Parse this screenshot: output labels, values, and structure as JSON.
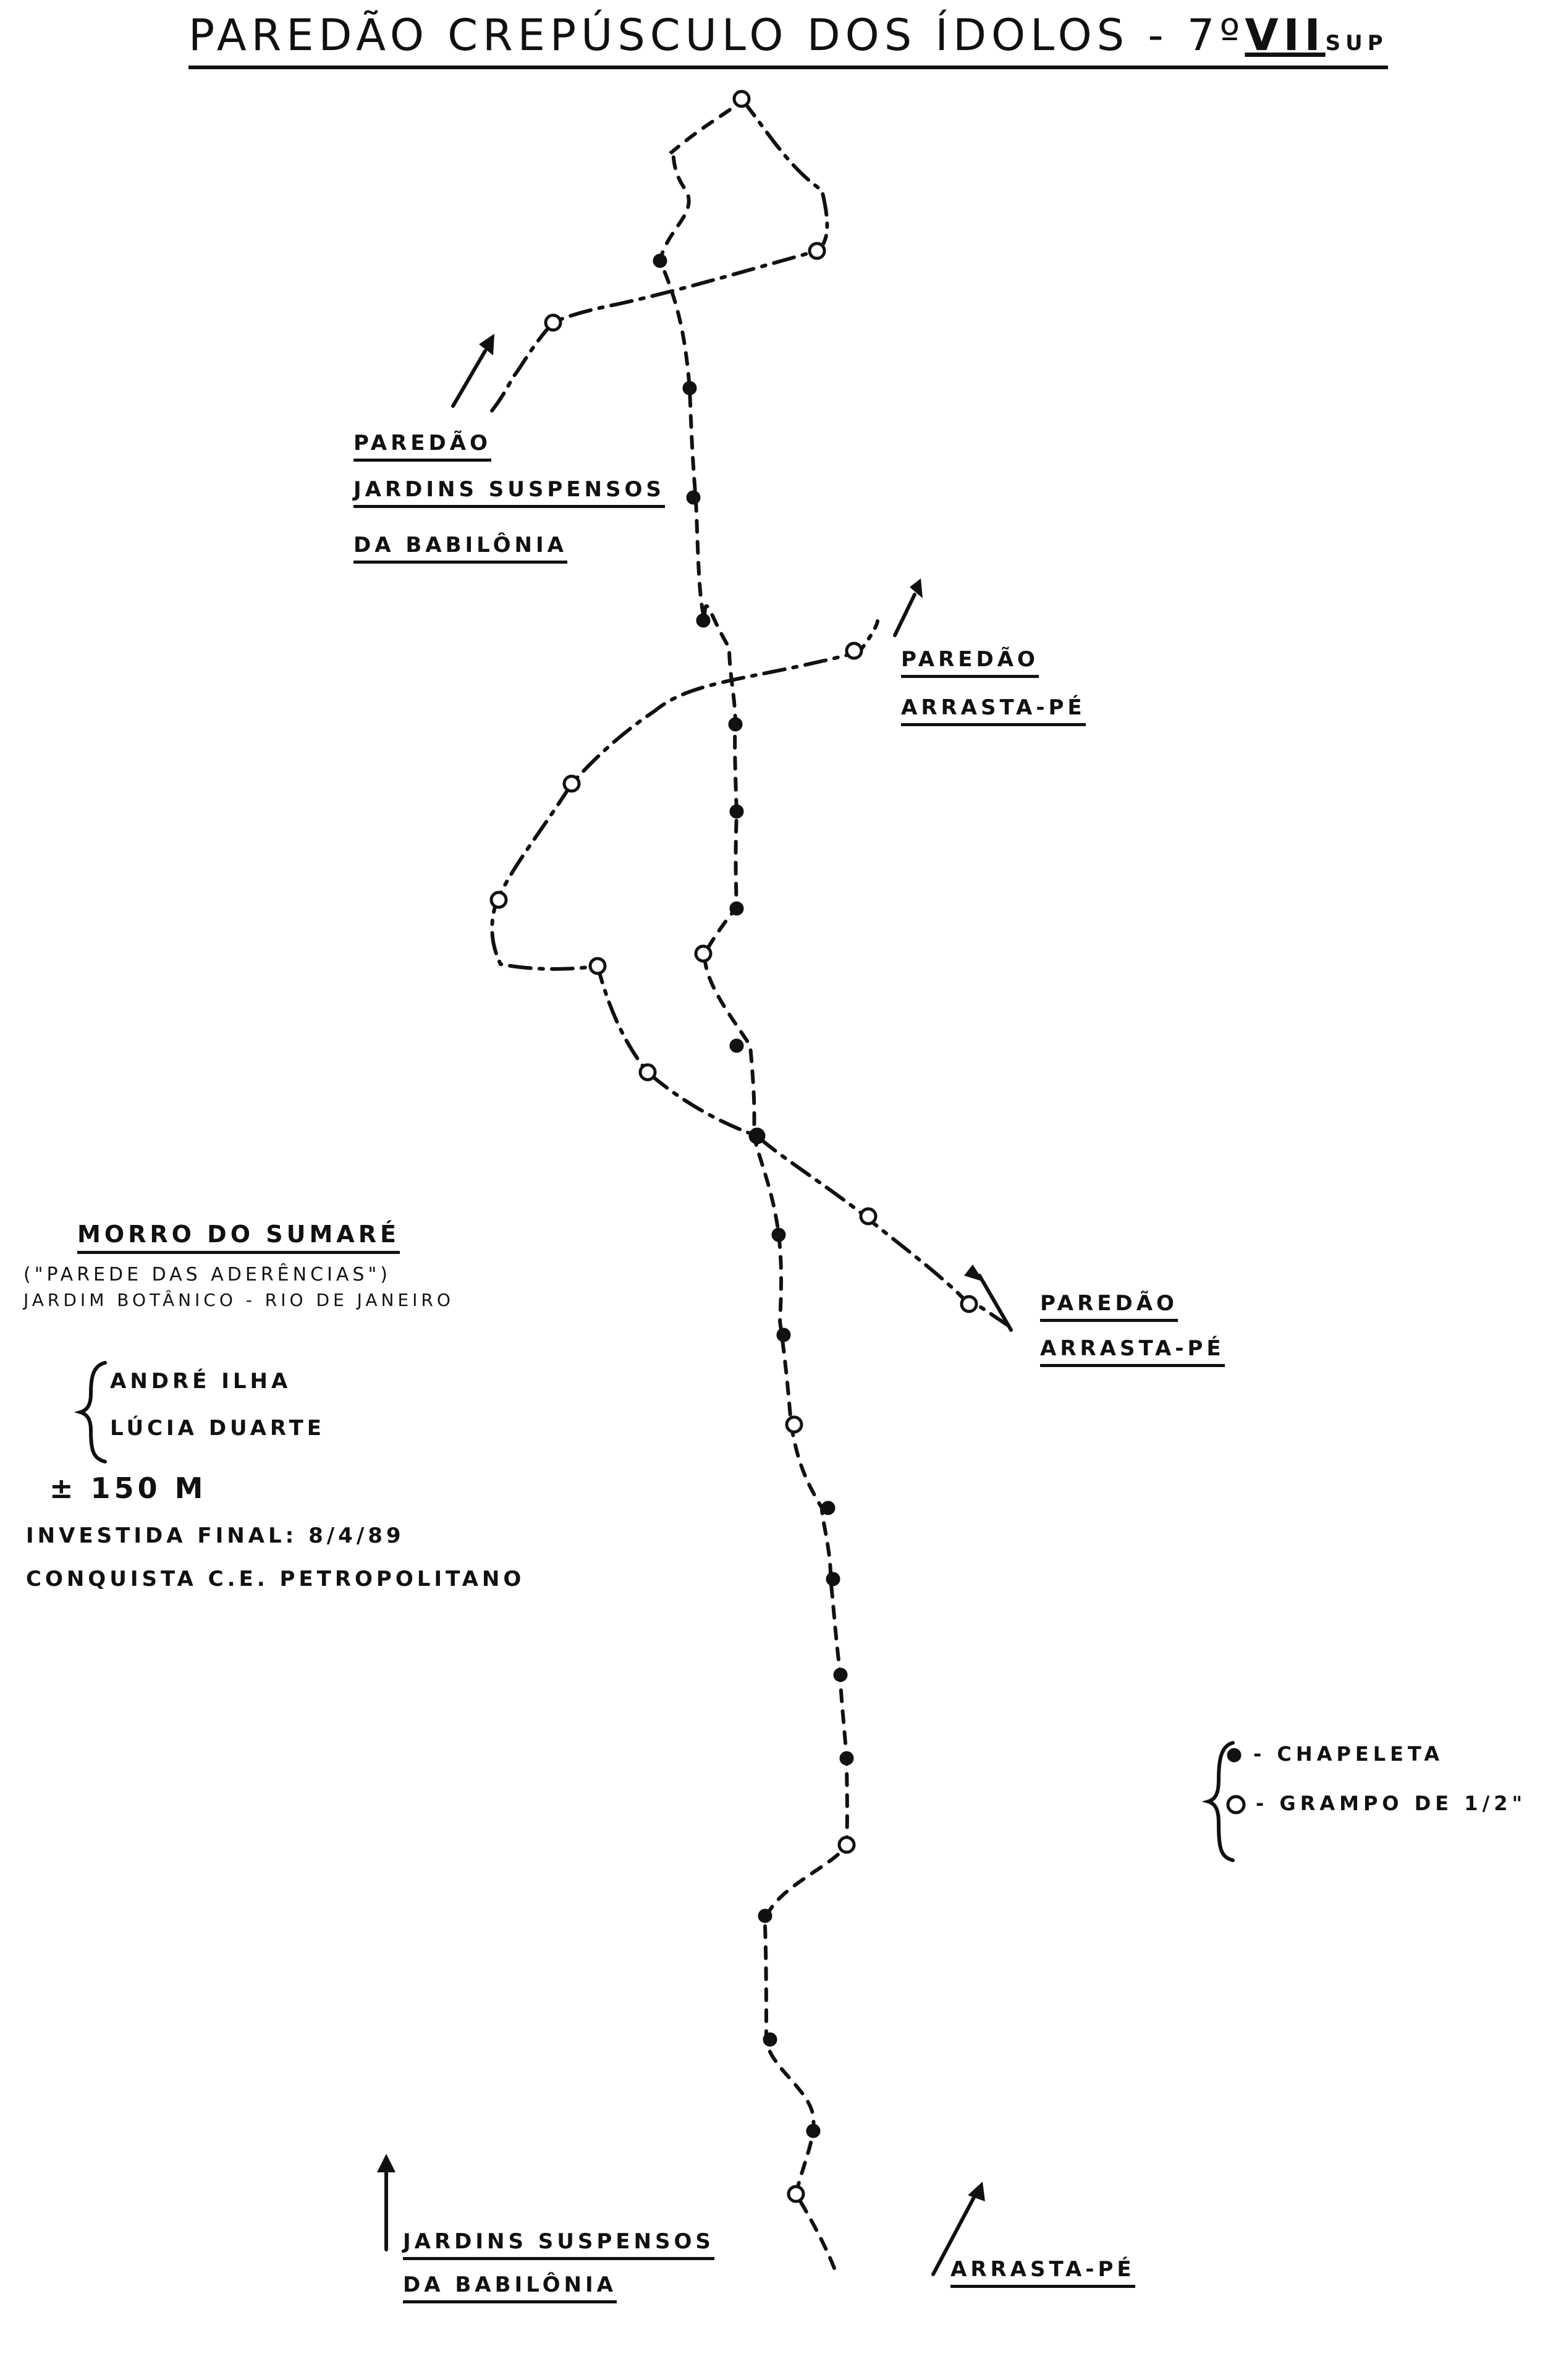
{
  "title": {
    "main": "PAREDÃO CREPÚSCULO DOS ÍDOLOS - 7º",
    "grade": "VII",
    "grade_suffix": "sup"
  },
  "labels": {
    "jardins_upper_1": "PAREDÃO",
    "jardins_upper_2": "JARDINS SUSPENSOS",
    "jardins_upper_3": "DA BABILÔNIA",
    "arrasta_upper_1": "PAREDÃO",
    "arrasta_upper_2": "ARRASTA-PÉ",
    "arrasta_mid_1": "PAREDÃO",
    "arrasta_mid_2": "ARRASTA-PÉ",
    "jardins_bottom_1": "JARDINS SUSPENSOS",
    "jardins_bottom_2": "DA BABILÔNIA",
    "arrasta_bottom": "ARRASTA-PÉ"
  },
  "info": {
    "location": "MORRO DO SUMARÉ",
    "location_sub": "(\"PAREDE DAS ADERÊNCIAS\")",
    "region": "JARDIM BOTÂNICO - RIO DE JANEIRO",
    "climber_1": "ANDRÉ ILHA",
    "climber_2": "LÚCIA DUARTE",
    "length": "± 150 m",
    "final_ascent": "INVESTIDA FINAL: 8/4/89",
    "conquest": "CONQUISTA C.E. PETROPOLITANO"
  },
  "legend": {
    "solid_label": "- CHAPELETA",
    "open_label": "- GRAMPO DE 1/2\""
  },
  "icons": {
    "solid": "bolt-solid-dot-icon",
    "open": "bolt-open-circle-icon",
    "arrow": "arrow-icon"
  },
  "colors": {
    "ink": "#111111",
    "paper": "#ffffff"
  }
}
